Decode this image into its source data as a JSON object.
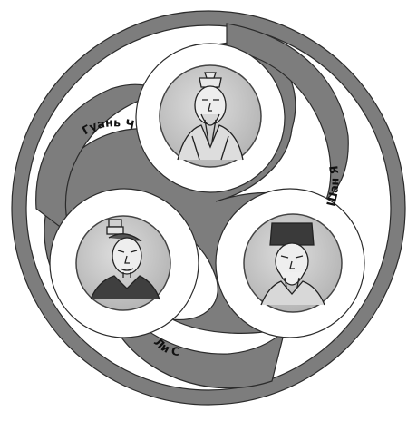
{
  "figures": [
    {
      "label": "Гуань Чжун",
      "portrait_icon": "scholar-official-portrait"
    },
    {
      "label": "Шан Ян",
      "portrait_icon": "elder-minister-portrait"
    },
    {
      "label": "Ли Сы",
      "portrait_icon": "chancellor-portrait"
    }
  ],
  "colors": {
    "band": "#7d7d7d",
    "band_edge": "#2b2b2b",
    "medallion": "#c8c8c8",
    "background": "#ffffff"
  }
}
